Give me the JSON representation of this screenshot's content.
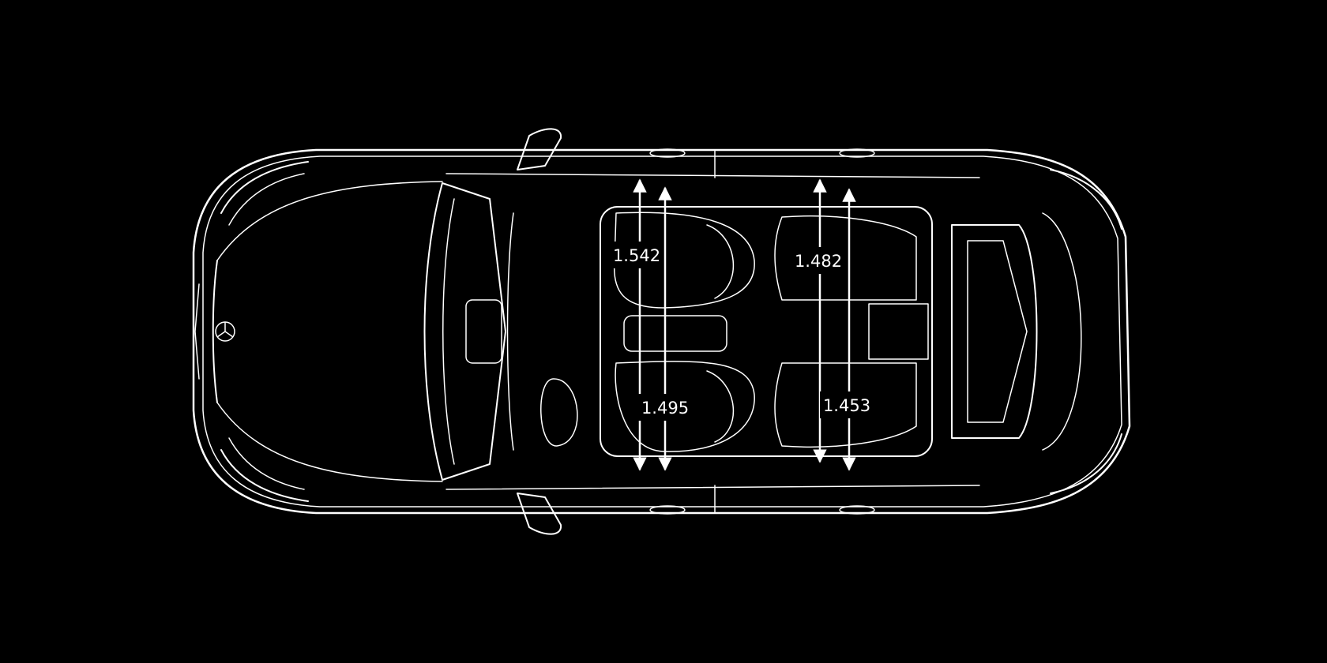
{
  "diagram": {
    "line_color": "#ffffff",
    "background_color": "#000000",
    "icons": [
      "mercedes-star-icon"
    ],
    "dimensions": [
      {
        "id": "front-shoulder",
        "label": "1.542"
      },
      {
        "id": "front-elbow",
        "label": "1.495"
      },
      {
        "id": "rear-shoulder",
        "label": "1.482"
      },
      {
        "id": "rear-elbow",
        "label": "1.453"
      }
    ]
  }
}
